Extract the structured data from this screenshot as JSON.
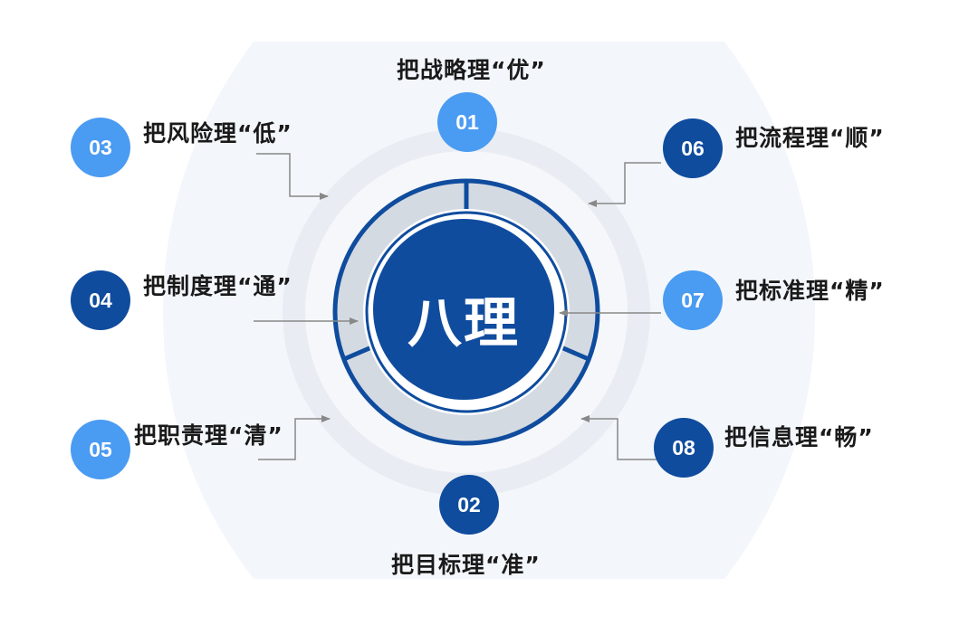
{
  "center": {
    "title": "八理"
  },
  "items": [
    {
      "number": "01",
      "label": "把战略理“优”",
      "tone": "light"
    },
    {
      "number": "02",
      "label": "把目标理“准”",
      "tone": "dark"
    },
    {
      "number": "03",
      "label": "把风险理“低”",
      "tone": "light"
    },
    {
      "number": "04",
      "label": "把制度理“通”",
      "tone": "dark"
    },
    {
      "number": "05",
      "label": "把职责理“清”",
      "tone": "light"
    },
    {
      "number": "06",
      "label": "把流程理“顺”",
      "tone": "dark"
    },
    {
      "number": "07",
      "label": "把标准理“精”",
      "tone": "light"
    },
    {
      "number": "08",
      "label": "把信息理“畅”",
      "tone": "dark"
    }
  ],
  "colors": {
    "light_blue": "#4a9bf2",
    "dark_blue": "#0f4c9e",
    "ring_gray": "#d4dae2",
    "halo": "#f3f6fb",
    "connector": "#888888"
  }
}
